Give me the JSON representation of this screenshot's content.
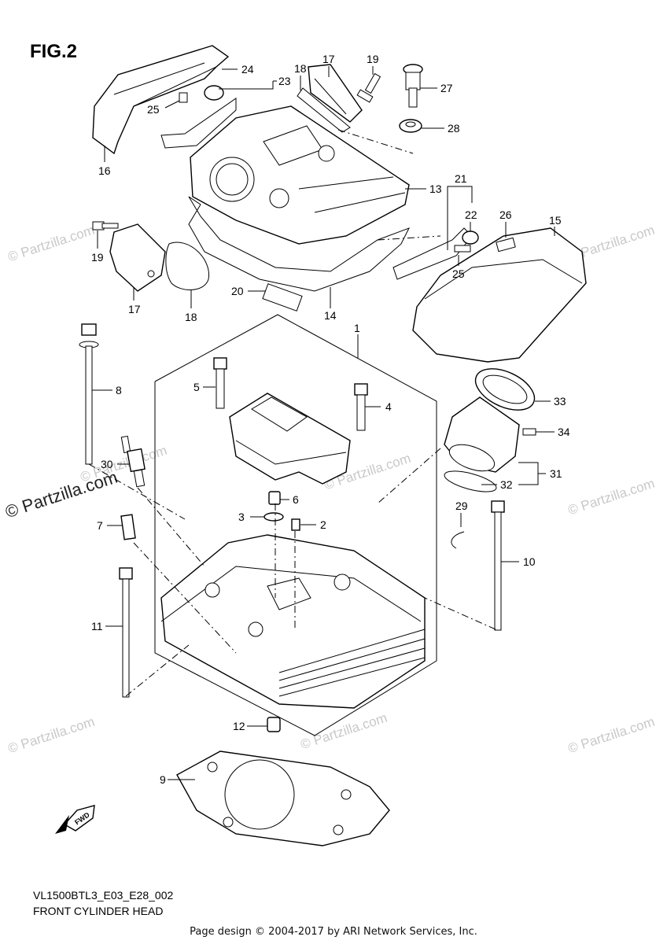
{
  "figure": {
    "title": "FIG.2",
    "code": "VL1500BTL3_E03_E28_002",
    "name": "FRONT CYLINDER HEAD"
  },
  "credit": "Page design © 2004-2017 by ARI Network Services, Inc.",
  "watermark": {
    "text": "© Partzilla.com"
  },
  "fwd_label": "FWD",
  "callouts": [
    {
      "n": "1"
    },
    {
      "n": "2"
    },
    {
      "n": "3"
    },
    {
      "n": "4"
    },
    {
      "n": "5"
    },
    {
      "n": "6"
    },
    {
      "n": "7"
    },
    {
      "n": "8"
    },
    {
      "n": "9"
    },
    {
      "n": "10"
    },
    {
      "n": "11"
    },
    {
      "n": "12"
    },
    {
      "n": "13"
    },
    {
      "n": "14"
    },
    {
      "n": "15"
    },
    {
      "n": "16"
    },
    {
      "n": "17"
    },
    {
      "n": "17"
    },
    {
      "n": "18"
    },
    {
      "n": "18"
    },
    {
      "n": "19"
    },
    {
      "n": "19"
    },
    {
      "n": "20"
    },
    {
      "n": "21"
    },
    {
      "n": "22"
    },
    {
      "n": "23"
    },
    {
      "n": "24"
    },
    {
      "n": "25"
    },
    {
      "n": "25"
    },
    {
      "n": "26"
    },
    {
      "n": "27"
    },
    {
      "n": "28"
    },
    {
      "n": "29"
    },
    {
      "n": "30"
    },
    {
      "n": "31"
    },
    {
      "n": "32"
    },
    {
      "n": "33"
    },
    {
      "n": "34"
    }
  ]
}
